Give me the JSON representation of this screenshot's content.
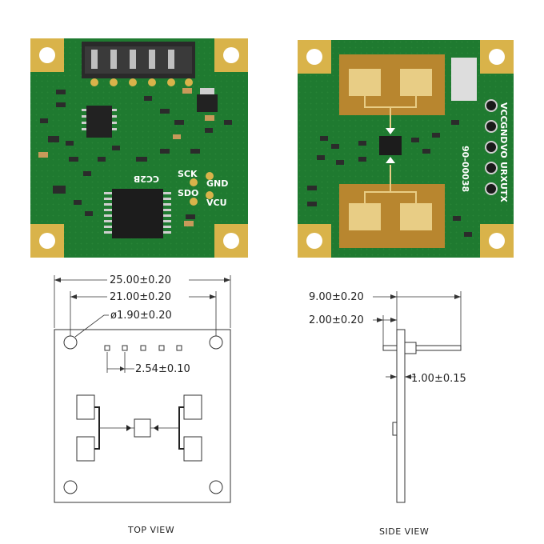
{
  "photos": {
    "front_board": {
      "silkscreen": {
        "part_code": "CC2B",
        "sck": "SCK",
        "gnd": "GND",
        "sdo": "SDO",
        "vcu": "VCU"
      }
    },
    "back_board": {
      "pin_labels": [
        "VCC",
        "GND",
        "VO",
        "URX",
        "UTX"
      ],
      "serial": "90-00038"
    }
  },
  "top_view": {
    "title": "TOP VIEW",
    "width_label": "25.00±0.20",
    "hole_spacing_label": "21.00±0.20",
    "hole_diameter_label": "ø1.90±0.20",
    "pin_pitch_label": "2.54±0.10"
  },
  "side_view": {
    "title": "SIDE VIEW",
    "pin_length_label": "9.00±0.20",
    "header_label": "2.00±0.20",
    "board_thickness_label": "1.00±0.15"
  },
  "colors": {
    "pcb_green": "#1f7a30",
    "gold_pad": "#d9b34a",
    "antenna_copper": "#b8862f"
  }
}
